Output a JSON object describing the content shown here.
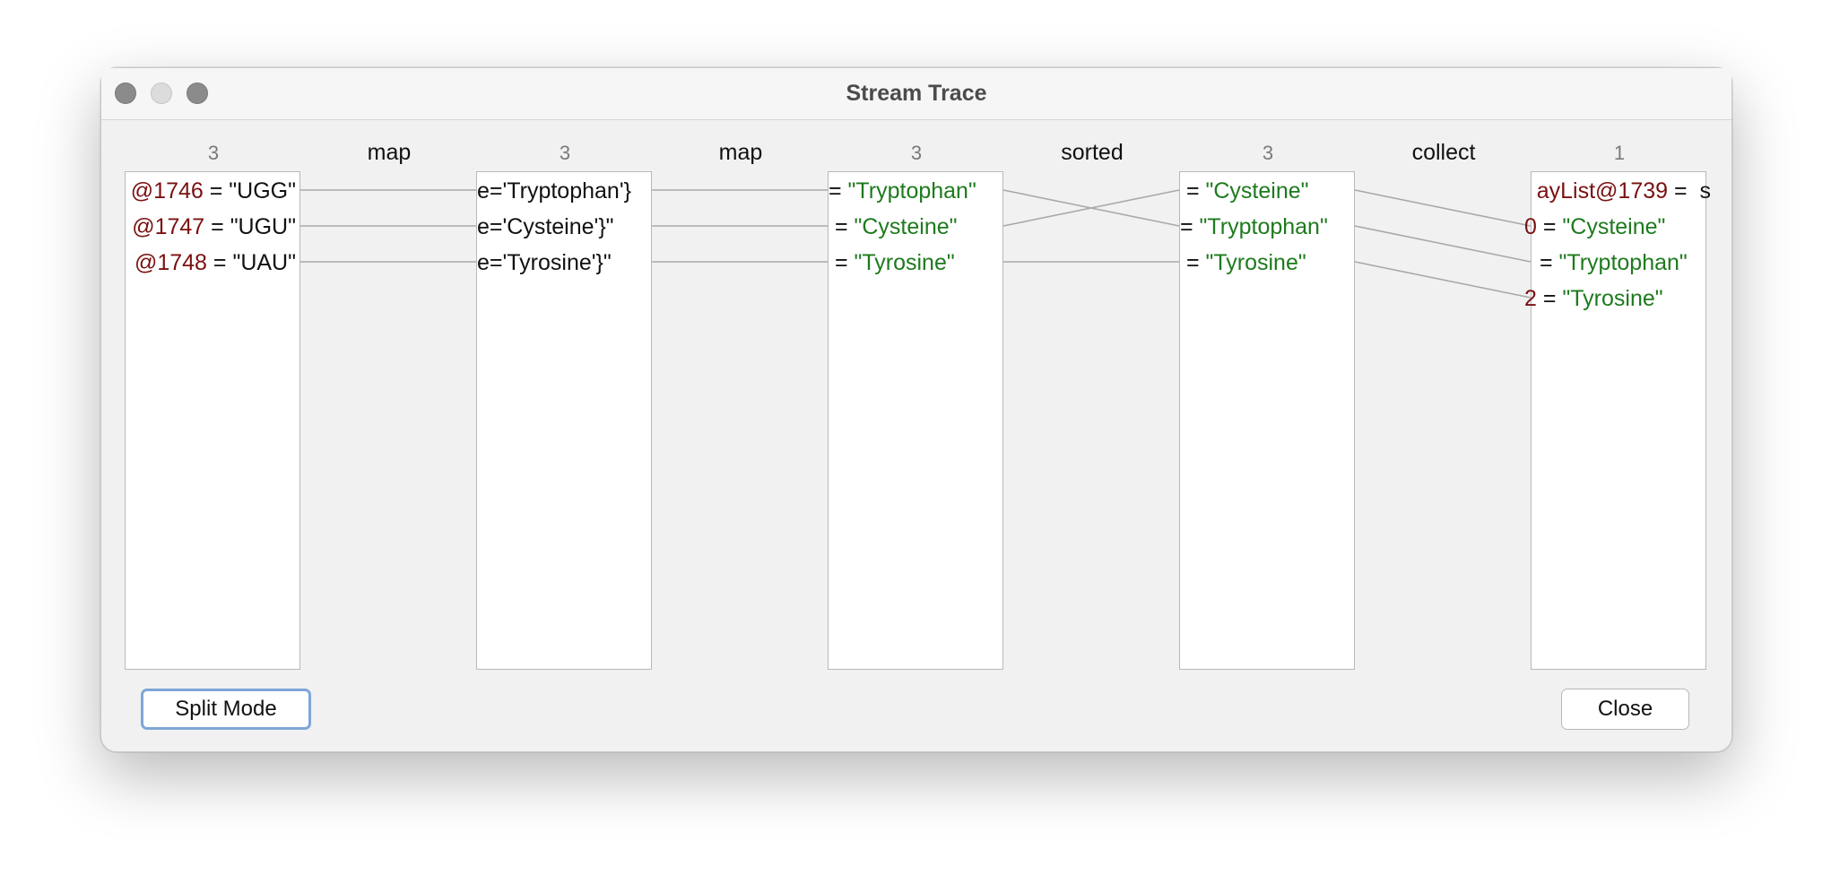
{
  "window": {
    "title": "Stream Trace"
  },
  "columns": [
    {
      "count": "3",
      "rows": [
        {
          "ref": "@1746",
          "eq": " = ",
          "val": "\"UGG\"",
          "val_color": "plain"
        },
        {
          "ref": "@1747",
          "eq": " = ",
          "val": "\"UGU\"",
          "val_color": "plain"
        },
        {
          "ref": "@1748",
          "eq": " = ",
          "val": "\"UAU\"",
          "val_color": "plain"
        }
      ]
    },
    {
      "count": "3",
      "rows": [
        {
          "ref": "",
          "eq": "",
          "val": "e='Tryptophan'}",
          "val_color": "plain"
        },
        {
          "ref": "",
          "eq": "",
          "val": "e='Cysteine'}\"",
          "val_color": "plain"
        },
        {
          "ref": "",
          "eq": "",
          "val": "e='Tyrosine'}\"",
          "val_color": "plain"
        }
      ]
    },
    {
      "count": "3",
      "rows": [
        {
          "ref": "",
          "eq": "= ",
          "val": "\"Tryptophan\"",
          "val_color": "str"
        },
        {
          "ref": "",
          "eq": " = ",
          "val": "\"Cysteine\"",
          "val_color": "str"
        },
        {
          "ref": "",
          "eq": " = ",
          "val": "\"Tyrosine\"",
          "val_color": "str"
        }
      ]
    },
    {
      "count": "3",
      "rows": [
        {
          "ref": "",
          "eq": " = ",
          "val": "\"Cysteine\"",
          "val_color": "str"
        },
        {
          "ref": "",
          "eq": "= ",
          "val": "\"Tryptophan\"",
          "val_color": "str"
        },
        {
          "ref": "",
          "eq": " = ",
          "val": "\"Tyrosine\"",
          "val_color": "str"
        }
      ]
    },
    {
      "count": "1",
      "rows": [
        {
          "ref": "ayList@1739",
          "eq": " =  s",
          "val": "",
          "val_color": "plain"
        },
        {
          "ref": "0",
          "eq": " = ",
          "val": "\"Cysteine\"",
          "val_color": "str"
        },
        {
          "ref": "",
          "eq": " = ",
          "val": "\"Tryptophan\"",
          "val_color": "str"
        },
        {
          "ref": "2",
          "eq": " = ",
          "val": "\"Tyrosine\"",
          "val_color": "str"
        }
      ]
    }
  ],
  "operations": [
    "map",
    "map",
    "sorted",
    "collect"
  ],
  "buttons": {
    "split_mode": "Split Mode",
    "close": "Close"
  },
  "colors": {
    "reference": "#7a1010",
    "string_value": "#1d7a1d",
    "link_line": "#a9a9a9"
  }
}
